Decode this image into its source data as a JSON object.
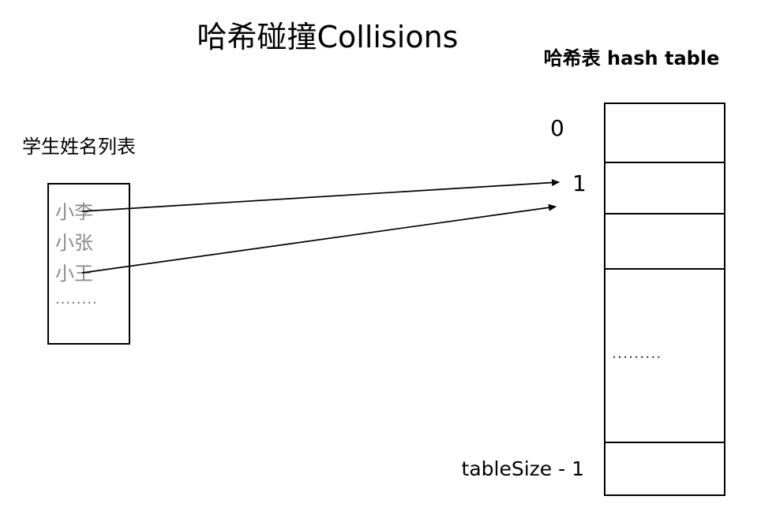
{
  "title": "哈希碰撞Collisions",
  "hash_table": {
    "label": "哈希表 hash table",
    "index_0": "0",
    "index_1": "1",
    "index_last": "tableSize - 1",
    "ellipsis": "........."
  },
  "student_list": {
    "label": "学生姓名列表",
    "items": [
      "小李",
      "小张",
      "小王",
      "........"
    ]
  },
  "colors": {
    "line": "#000000",
    "muted_text": "#8a8a8a",
    "background": "#ffffff"
  }
}
